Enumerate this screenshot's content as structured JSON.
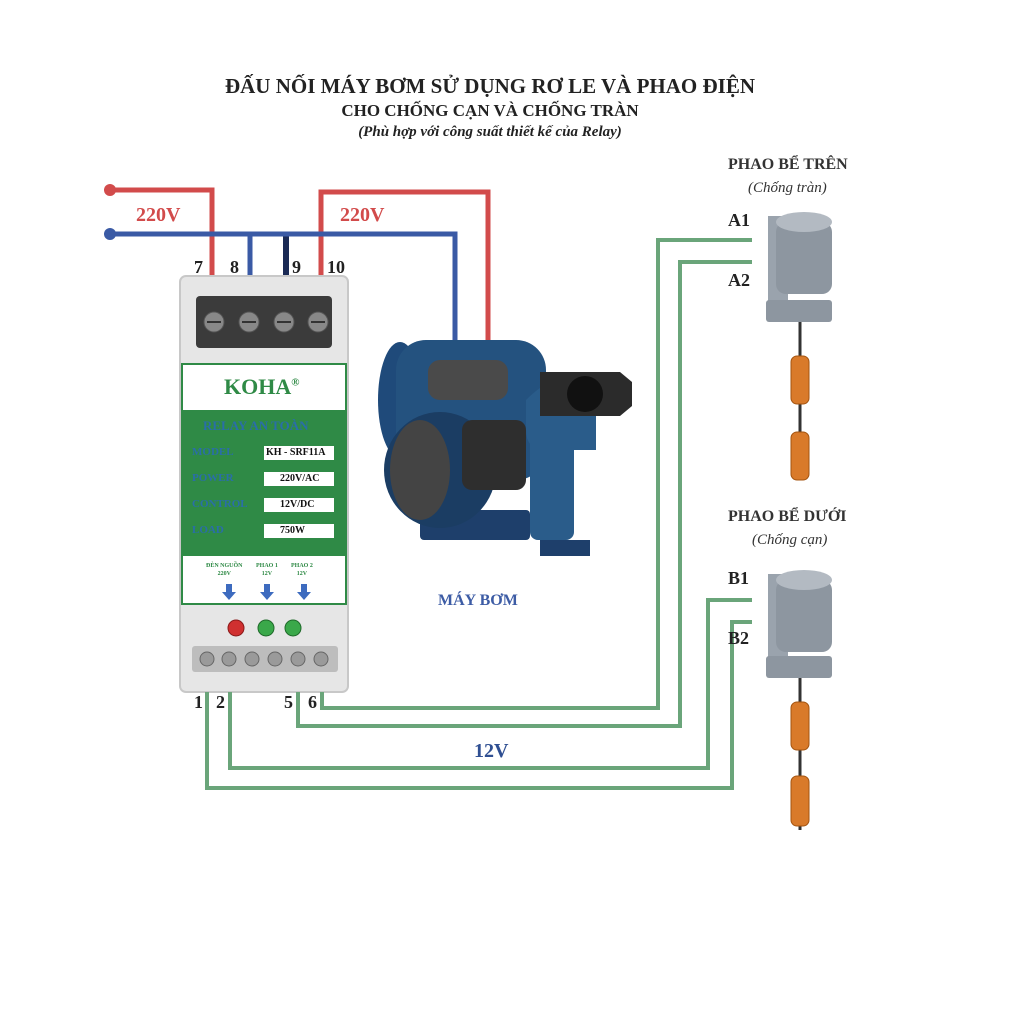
{
  "header": {
    "title": "ĐẤU NỐI MÁY BƠM SỬ DỤNG RƠ LE VÀ PHAO ĐIỆN",
    "subtitle": "CHO CHỐNG CẠN VÀ CHỐNG TRÀN",
    "note": "(Phù hợp với công suất thiết kế của Relay)"
  },
  "wiring": {
    "voltage_left": "220V",
    "voltage_right": "220V",
    "low_voltage": "12V",
    "colors": {
      "live": "#d24b4b",
      "neutral": "#3a5aa5",
      "control": "#6aa57a"
    }
  },
  "terminals_top": [
    "7",
    "8",
    "9",
    "10"
  ],
  "terminals_bottom": [
    "1",
    "2",
    "5",
    "6"
  ],
  "relay": {
    "brand": "KOHA",
    "registered": "®",
    "name": "RELAY AN TOÀN",
    "specs": [
      {
        "label": "MODEL",
        "value": "KH - SRF11A"
      },
      {
        "label": "POWER",
        "value": "220V/AC"
      },
      {
        "label": "CONTROL",
        "value": "12V/DC"
      },
      {
        "label": "LOAD",
        "value": "750W"
      }
    ],
    "indicators": [
      {
        "line1": "ĐÈN NGUỒN",
        "line2": "220V",
        "color": "#d03030"
      },
      {
        "line1": "PHAO 1",
        "line2": "12V",
        "color": "#3aa84a"
      },
      {
        "line1": "PHAO 2",
        "line2": "12V",
        "color": "#3aa84a"
      }
    ]
  },
  "pump": {
    "label": "MÁY BƠM"
  },
  "upper_float": {
    "title": "PHAO BỂ TRÊN",
    "subtitle": "(Chống tràn)",
    "wire1": "A1",
    "wire2": "A2"
  },
  "lower_float": {
    "title": "PHAO BỂ DƯỚI",
    "subtitle": "(Chống cạn)",
    "wire1": "B1",
    "wire2": "B2"
  }
}
